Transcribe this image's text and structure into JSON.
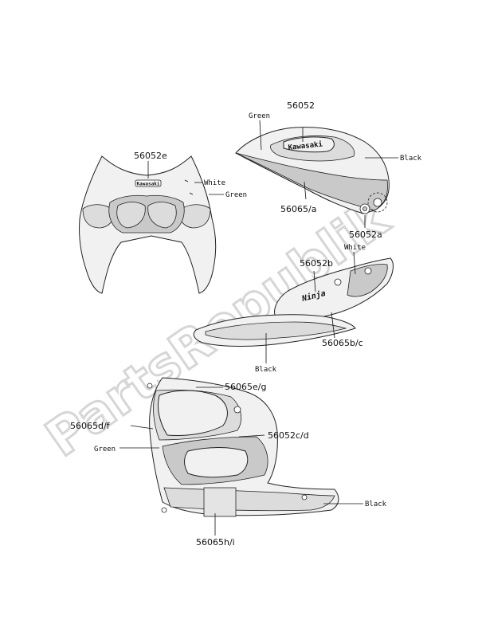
{
  "watermark": "PartsRepublik",
  "parts": {
    "upper_fairing": {
      "code": "56052e",
      "color_white": "White",
      "color_green": "Green",
      "emblem_text": "Kawasaki"
    },
    "fuel_tank": {
      "code_top": "56052",
      "code_bottom": "56065/a",
      "color_green": "Green",
      "color_black": "Black",
      "emblem_text": "Kawasaki"
    },
    "cap_emblem": {
      "code": "56052a"
    },
    "seat_cowl": {
      "code_emblem": "56052b",
      "code_stripe": "56065b/c",
      "color_white": "White",
      "color_black": "Black",
      "emblem_text": "Ninja"
    },
    "side_fairing": {
      "code_upper": "56065e/g",
      "code_left": "56065d/f",
      "code_emblem": "56052c/d",
      "code_bottom": "56065h/i",
      "color_green": "Green",
      "color_black": "Black"
    }
  }
}
